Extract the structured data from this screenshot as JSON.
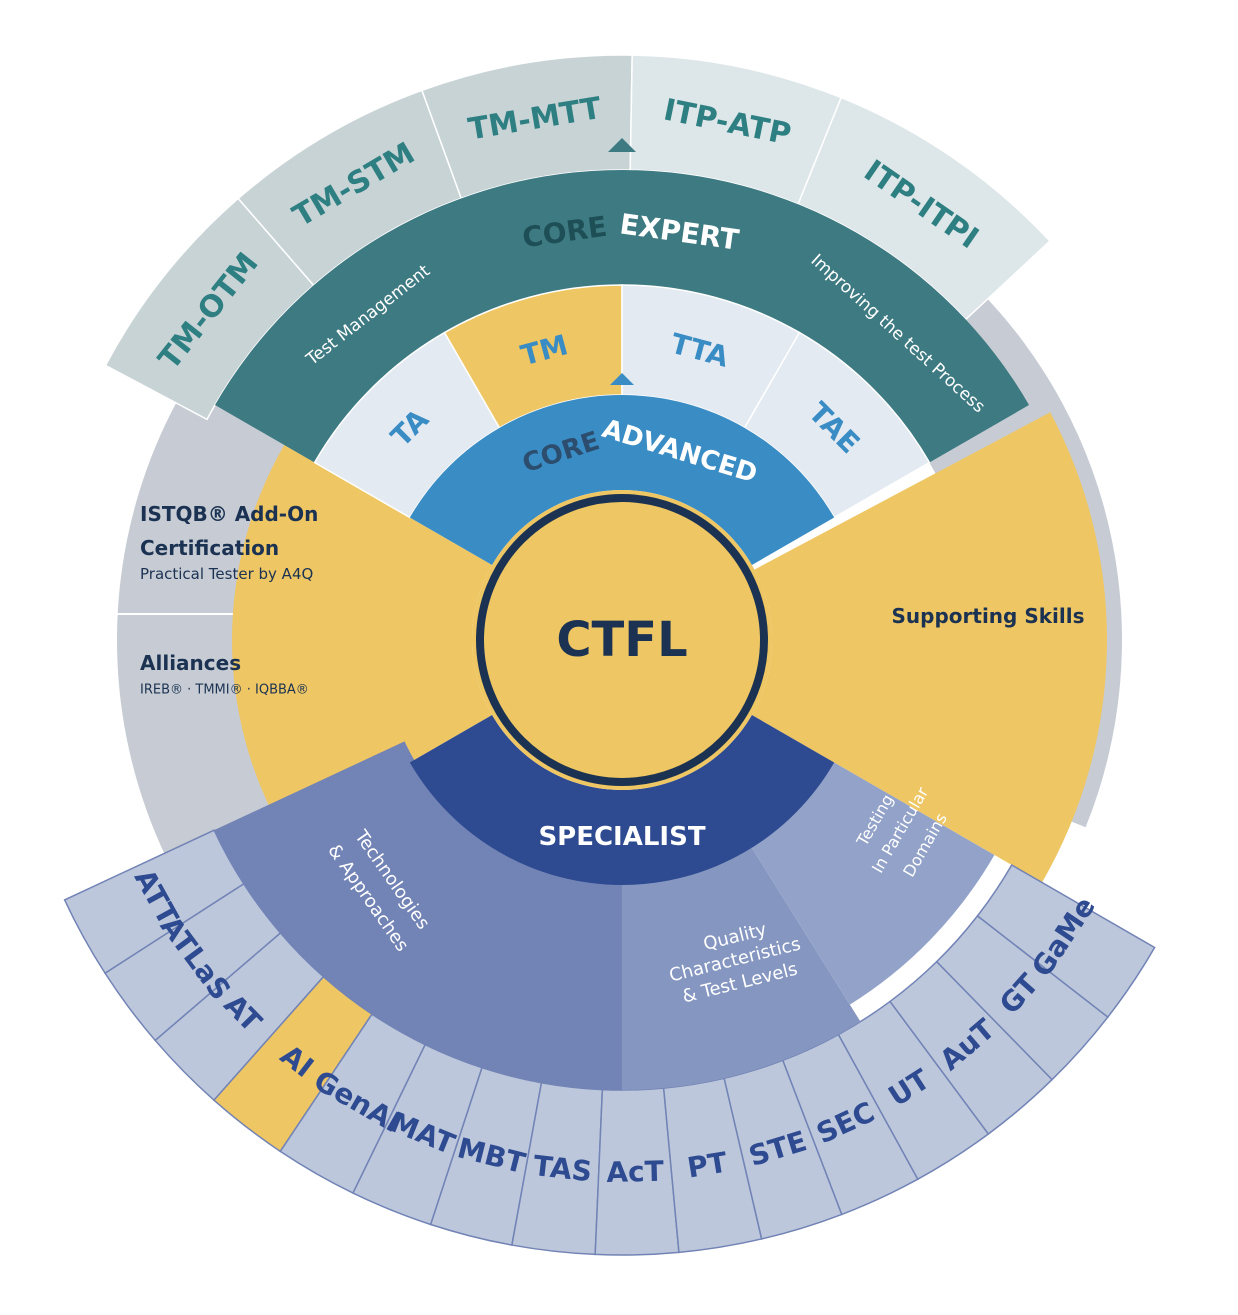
{
  "colors": {
    "yellow": "#EEC663",
    "teal_dark": "#3E7A82",
    "blue_mid": "#3A8CC4",
    "navy": "#2E4A90",
    "navy_text": "#1B3252",
    "gray_outer": "#C7CCD4",
    "gray_tm": "#C8D3D6",
    "gray_itp": "#DDE6E8",
    "light_panel": "#E3EAF1",
    "tech_band": "#7283B5",
    "quality_band": "#8596C0",
    "domain_band": "#92A2C8",
    "specialist_outer": "#BCC7DC",
    "teal_text": "#2E7F82",
    "blue_text": "#3A8CC4",
    "outer_text": "#2E4A90"
  },
  "center": {
    "label": "CTFL"
  },
  "core_advanced": {
    "prefix": "CORE",
    "word": "ADVANCED"
  },
  "core_expert": {
    "prefix": "CORE",
    "word": "EXPERT"
  },
  "specialist": {
    "label": "SPECIALIST"
  },
  "advanced_modules": [
    "TA",
    "TM",
    "TTA",
    "TAE"
  ],
  "expert_streams": [
    "Test Management",
    "Improving the test Process"
  ],
  "expert_modules": [
    "TM-OTM",
    "TM-STM",
    "TM-MTT",
    "ITP-ATP",
    "ITP-ITPI"
  ],
  "supporting": {
    "label": "Supporting Skills"
  },
  "addon": {
    "title_line1": "ISTQB® Add-On",
    "title_line2": "Certification",
    "subtitle": "Practical Tester by A4Q"
  },
  "alliances": {
    "title": "Alliances",
    "subtitle": "IREB® · TMMI® · IQBBA®"
  },
  "specialist_groups": {
    "tech_line1": "Technologies",
    "tech_line2": "& Approaches",
    "quality_line1": "Quality",
    "quality_line2": "Characteristics",
    "quality_line3": "& Test Levels",
    "domains_line1": "Testing",
    "domains_line2": "In Particular",
    "domains_line3": "Domains"
  },
  "specialist_modules": [
    "ATT",
    "ATLaS",
    "AT",
    "AI",
    "GenAI",
    "MAT",
    "MBT",
    "TAS",
    "AcT",
    "PT",
    "STE",
    "SEC",
    "UT",
    "AuT",
    "GT",
    "GaMe"
  ]
}
